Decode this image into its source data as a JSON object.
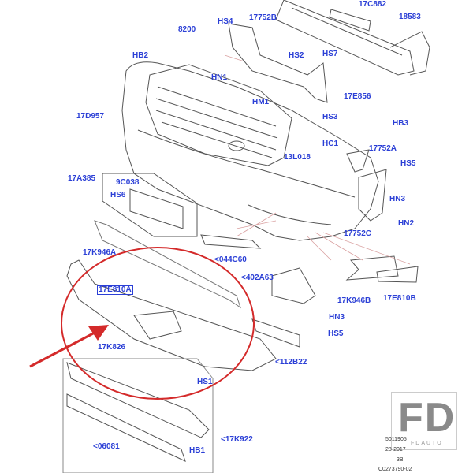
{
  "diagram": {
    "labels": {
      "hs4": "HS4",
      "p17752b": "17752B",
      "p8200": "8200",
      "hb2": "HB2",
      "hn1": "HN1",
      "hs2": "HS2",
      "hs7": "HS7",
      "p17c882": "17C882",
      "p18583": "18583",
      "p17e856": "17E856",
      "hb3": "HB3",
      "hm1": "HM1",
      "hs3": "HS3",
      "p17d957": "17D957",
      "hc1": "HC1",
      "p17752a": "17752A",
      "p13l018": "13L018",
      "hs5_top": "HS5",
      "p17a385": "17A385",
      "p9c038": "9C038",
      "hs6": "HS6",
      "hn3_top": "HN3",
      "hn2": "HN2",
      "p17752c": "17752C",
      "p17k946a": "17K946A",
      "p044c60": "<044C60",
      "p402a63": "<402A63",
      "p17k946b": "17K946B",
      "p17e810b": "17E810B",
      "p17e810a": "17E810A",
      "hn3_mid": "HN3",
      "hs5_mid": "HS5",
      "p17k826": "17K826",
      "p112b22": "<112B22",
      "hs1": "HS1",
      "p17k922": "<17K922",
      "p06081": "<06081",
      "hb1": "HB1"
    },
    "footer": {
      "line1": "5011905",
      "line2": "28-2017",
      "line3": "3B",
      "line4": "C0273790-02"
    },
    "watermark": {
      "logo": "FD",
      "sub": "FDAUTO"
    },
    "colors": {
      "label": "#2b3fd6",
      "highlight": "#d42a2a",
      "line": "#555555"
    }
  }
}
